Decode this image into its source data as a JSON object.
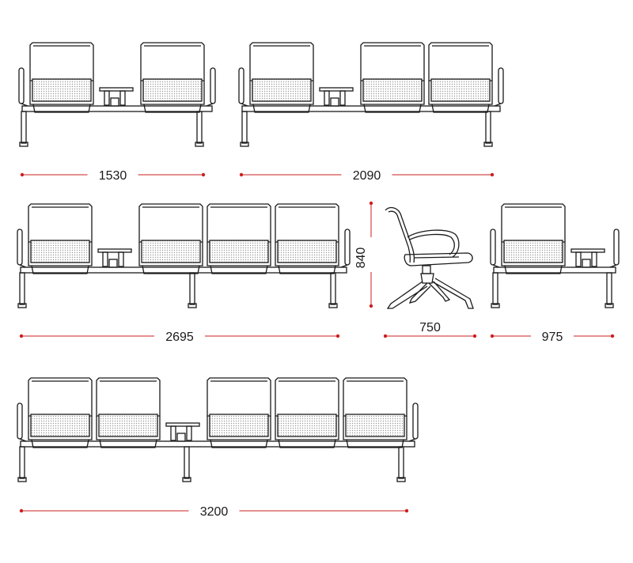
{
  "colors": {
    "line": "#1a1a1a",
    "dimension": "#cc1f1f",
    "mesh": "#9a9a9a",
    "background": "#ffffff"
  },
  "units": [
    {
      "id": "unit-2-seats-table",
      "seats": 2,
      "tables": 1,
      "dimension": "1530"
    },
    {
      "id": "unit-3-seats-table",
      "seats": 3,
      "tables": 1,
      "dimension": "2090"
    },
    {
      "id": "unit-4-seats-table",
      "seats": 4,
      "tables": 1,
      "dimension": "2695"
    },
    {
      "id": "unit-side-view",
      "view": "side",
      "width_dimension": "750",
      "height_dimension": "840"
    },
    {
      "id": "unit-1-seat-table",
      "seats": 1,
      "tables": 1,
      "dimension": "975"
    },
    {
      "id": "unit-5-seats-table",
      "seats": 5,
      "tables": 1,
      "dimension": "3200"
    }
  ]
}
